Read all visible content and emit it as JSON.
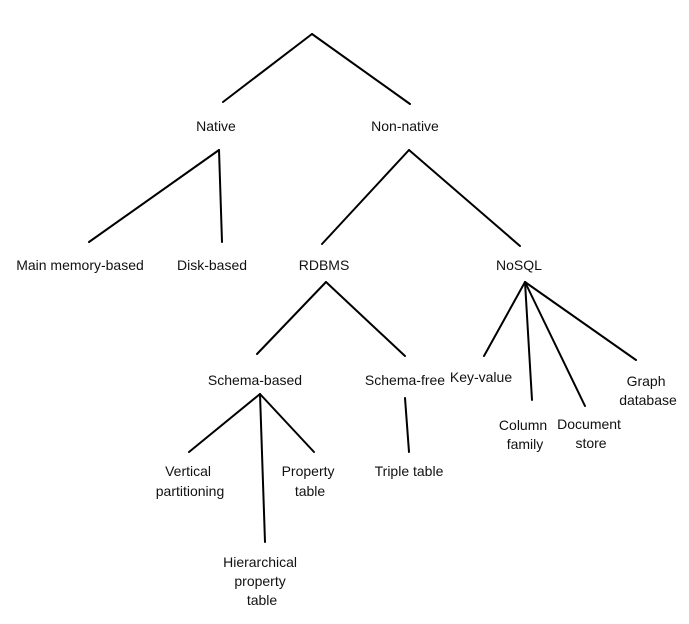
{
  "diagram": {
    "nodes": {
      "native": "Native",
      "non_native": "Non-native",
      "main_memory": "Main memory-based",
      "disk_based": "Disk-based",
      "rdbms": "RDBMS",
      "nosql": "NoSQL",
      "schema_based": "Schema-based",
      "schema_free": "Schema-free",
      "key_value": "Key-value",
      "column_family": [
        "Column",
        "family"
      ],
      "document_store": [
        "Document",
        "store"
      ],
      "graph_database": [
        "Graph",
        "database"
      ],
      "vertical_partitioning": [
        "Vertical",
        "partitioning"
      ],
      "property_table": [
        "Property",
        "table"
      ],
      "triple_table": "Triple table",
      "hierarchical_property_table": [
        "Hierarchical",
        "property",
        "table"
      ]
    }
  }
}
